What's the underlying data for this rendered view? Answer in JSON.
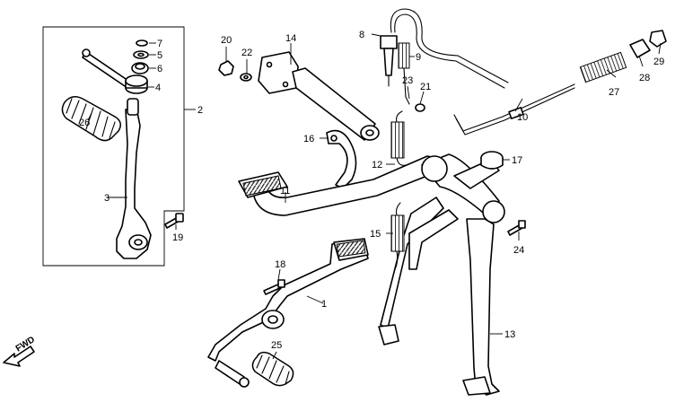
{
  "labels": {
    "p1": "1",
    "p2": "2",
    "p3": "3",
    "p4": "4",
    "p5": "5",
    "p6": "6",
    "p7": "7",
    "p8": "8",
    "p9": "9",
    "p10": "10",
    "p11": "11",
    "p12": "12",
    "p13": "13",
    "p14": "14",
    "p15": "15",
    "p16": "16",
    "p17": "17",
    "p18": "18",
    "p19": "19",
    "p20": "20",
    "p21": "21",
    "p22": "22",
    "p23": "23",
    "p24": "24",
    "p25": "25",
    "p26": "26",
    "p27": "27",
    "p28": "28",
    "p29": "29"
  },
  "fwd_label": "FWD"
}
